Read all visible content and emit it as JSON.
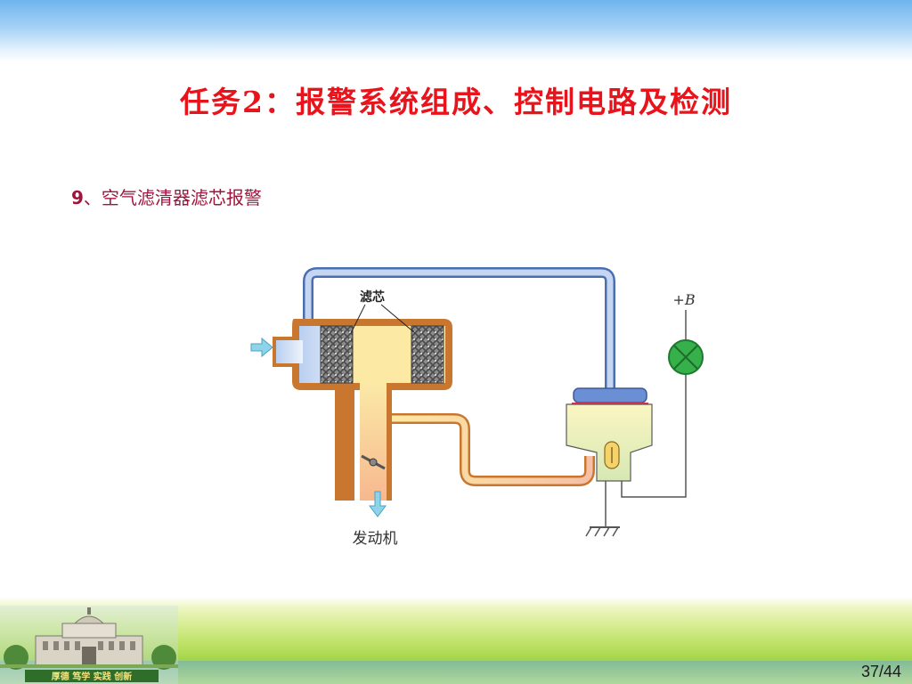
{
  "slide": {
    "title": "任务2：报警系统组成、控制电路及检测",
    "subheading_number": "9",
    "subheading_text": "、空气滤清器滤芯报警",
    "page_number": "37/44"
  },
  "diagram": {
    "filter_label": "滤芯",
    "engine_label": "发动机",
    "power_label": "+B"
  },
  "logo": {
    "motto": "厚德 笃学 实践 创新"
  },
  "colors": {
    "title": "#e8131b",
    "subheading": "#a0153e",
    "housing": "#c9772f",
    "pipe_blue": "#4a6fb0",
    "lamp_green": "#35b04a"
  }
}
